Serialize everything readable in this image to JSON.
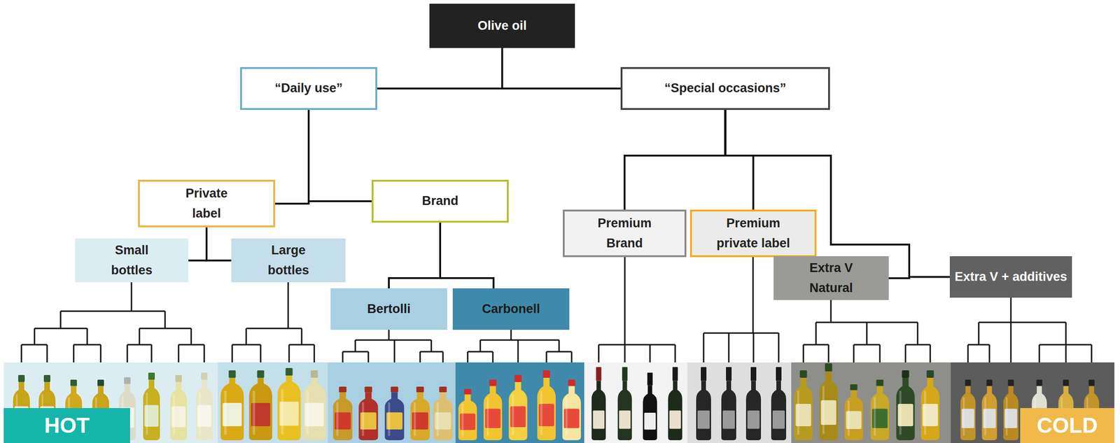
{
  "diagram": {
    "nodes": [
      {
        "text": [
          "Olive oil"
        ]
      },
      {
        "text": [
          "“Daily use”"
        ]
      },
      {
        "text": [
          "“Special occasions”"
        ]
      },
      {
        "text": [
          "Private label"
        ]
      },
      {
        "text": [
          "Brand"
        ]
      },
      {
        "text": [
          "Premium Brand"
        ]
      },
      {
        "text": [
          "Premium private label"
        ]
      },
      {
        "text": [
          "Small bottles"
        ]
      },
      {
        "text": [
          "Large bottles"
        ]
      },
      {
        "text": [
          "Bertolli"
        ]
      },
      {
        "text": [
          "Carbonell"
        ]
      },
      {
        "text": [
          "Extra V Natural"
        ]
      },
      {
        "text": [
          "Extra V + additives"
        ]
      },
      {
        "text": [
          "HOT"
        ]
      },
      {
        "text": [
          "COLD"
        ]
      }
    ],
    "edges": [
      {
        "from": 0,
        "to": 1,
        "arrow": "none"
      },
      {
        "from": 0,
        "to": 2,
        "arrow": "none"
      },
      {
        "from": 1,
        "to": 3,
        "arrow": "none"
      },
      {
        "from": 1,
        "to": 4,
        "arrow": "none"
      },
      {
        "from": 2,
        "to": 5,
        "arrow": "none"
      },
      {
        "from": 2,
        "to": 6,
        "arrow": "none"
      },
      {
        "from": 2,
        "to": 11,
        "arrow": "none"
      },
      {
        "from": 2,
        "to": 12,
        "arrow": "none"
      },
      {
        "from": 3,
        "to": 7,
        "arrow": "none"
      },
      {
        "from": 3,
        "to": 8,
        "arrow": "none"
      },
      {
        "from": 4,
        "to": 9,
        "arrow": "none"
      },
      {
        "from": 4,
        "to": 10,
        "arrow": "none"
      }
    ]
  }
}
